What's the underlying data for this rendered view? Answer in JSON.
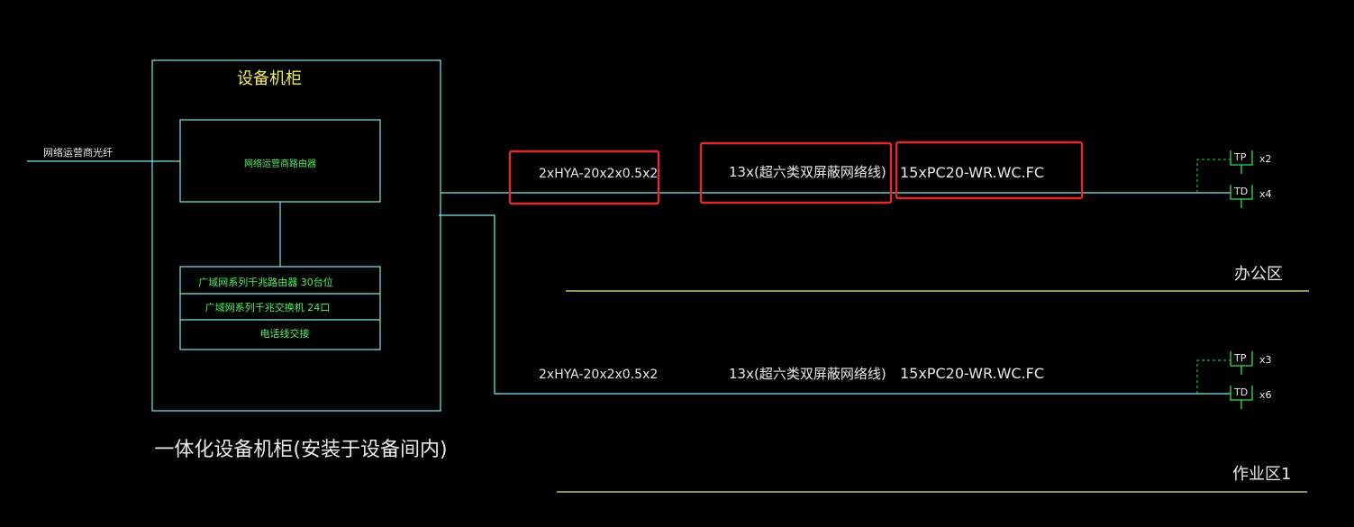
{
  "cabinet": {
    "title": "设备机柜",
    "router_label": "网络运营商路由器",
    "rack_rows": [
      "广域网系列千兆路由器 30台位",
      "广域网系列千兆交换机 24口",
      "电话线交接"
    ]
  },
  "labels": {
    "fiber_in": "网络运营商光纤",
    "cabinet_caption": "一体化设备机柜(安装于设备间内)"
  },
  "branches": [
    {
      "cable_hya": "2xHYA-20x2x0.5x2",
      "cable_net": "13x(超六类双屏蔽网络线)",
      "conduit": "15xPC20-WR.WC.FC",
      "tp_label": "TP",
      "tp_count": "x2",
      "td_label": "TD",
      "td_count": "x4",
      "zone": "办公区"
    },
    {
      "cable_hya": "2xHYA-20x2x0.5x2",
      "cable_net": "13x(超六类双屏蔽网络线)",
      "conduit": "15xPC20-WR.WC.FC",
      "tp_label": "TP",
      "tp_count": "x3",
      "td_label": "TD",
      "td_count": "x6",
      "zone": "作业区1"
    }
  ],
  "colors": {
    "background": "#000000",
    "line": "#7fe9ee",
    "text": "#e9e9e9",
    "title_text": "#f0ee55",
    "device_text": "#4cf25e",
    "highlight": "#e22a2a",
    "zone_line": "#e8f07a"
  }
}
